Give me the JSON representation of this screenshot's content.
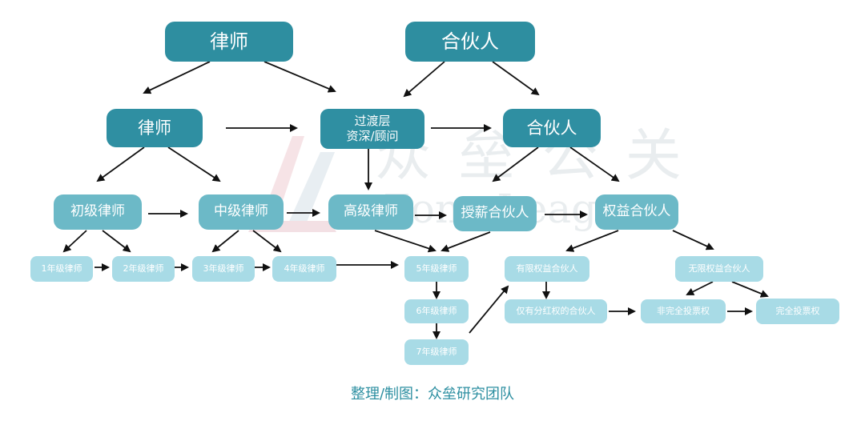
{
  "top": {
    "lawyer": "律师",
    "partner": "合伙人"
  },
  "mid": {
    "lawyer": "律师",
    "transition": "过渡层\n资深/顾问",
    "partner": "合伙人"
  },
  "third": {
    "junior": "初级律师",
    "middle": "中级律师",
    "senior": "高级律师",
    "salaried": "授薪合伙人",
    "equity": "权益合伙人"
  },
  "fourth": {
    "y1": "1年级律师",
    "y2": "2年级律师",
    "y3": "3年级律师",
    "y4": "4年级律师",
    "y5": "5年级律师",
    "y6": "6年级律师",
    "y7": "7年级律师",
    "limited": "有限权益合伙人",
    "unlimited": "无限权益合伙人",
    "dividend_only": "仅有分红权的合伙人",
    "partial_vote": "非完全投票权",
    "full_vote": "完全投票权"
  },
  "watermark": {
    "text": "众 垒 公 关",
    "latin": "Zone League"
  },
  "caption": "整理/制图：众垒研究团队",
  "colors": {
    "dark": "#2e8ea0",
    "medium": "#6cb9c7",
    "light": "#a8dbe6",
    "arrow": "#111111"
  }
}
